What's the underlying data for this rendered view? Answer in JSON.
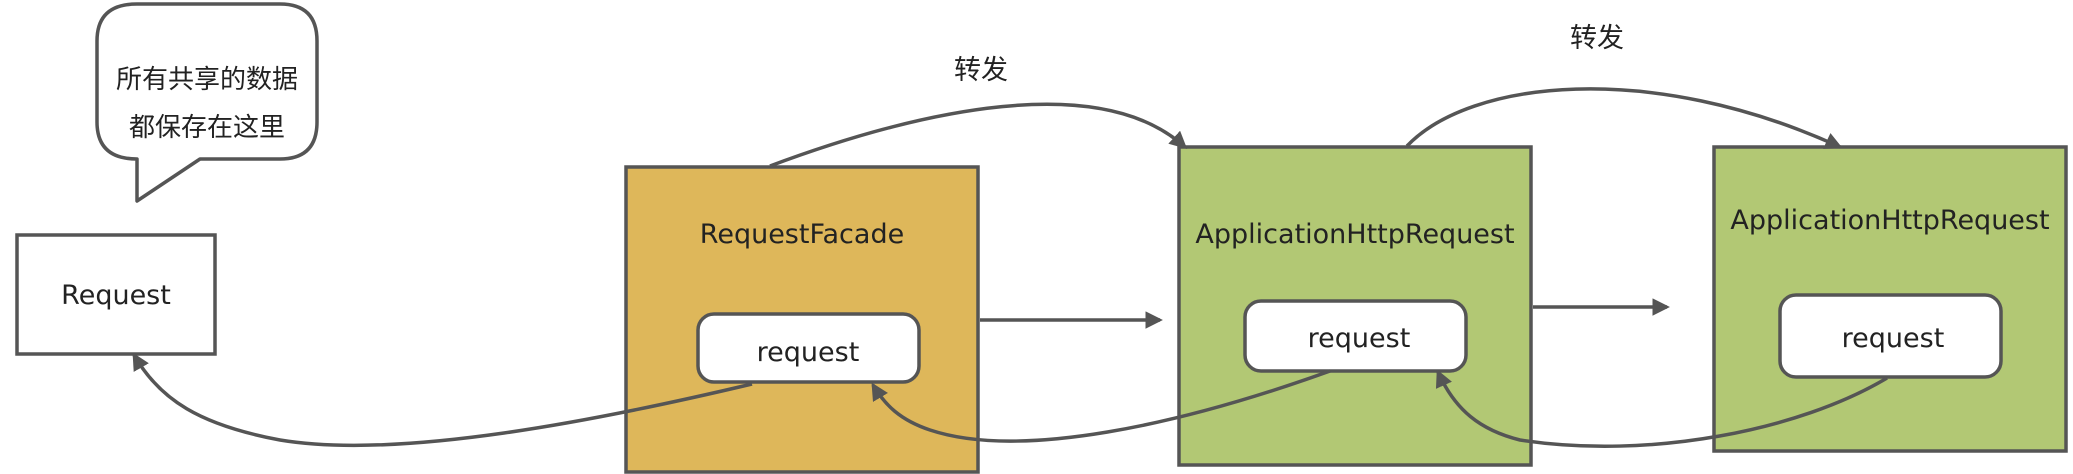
{
  "colors": {
    "stroke": "#555555",
    "facade_fill": "#DEB75A",
    "app_fill": "#B2C874",
    "inner_fill": "#FFFFFF",
    "text": "#222222"
  },
  "diagram": {
    "callout": {
      "line1": "所有共享的数据",
      "line2": "都保存在这里"
    },
    "request_box": {
      "label": "Request"
    },
    "facade_box": {
      "title": "RequestFacade",
      "inner_label": "request"
    },
    "app_box_1": {
      "title": "ApplicationHttpRequest",
      "inner_label": "request"
    },
    "app_box_2": {
      "title": "ApplicationHttpRequest",
      "inner_label": "request"
    },
    "forward_label_1": "转发",
    "forward_label_2": "转发"
  }
}
